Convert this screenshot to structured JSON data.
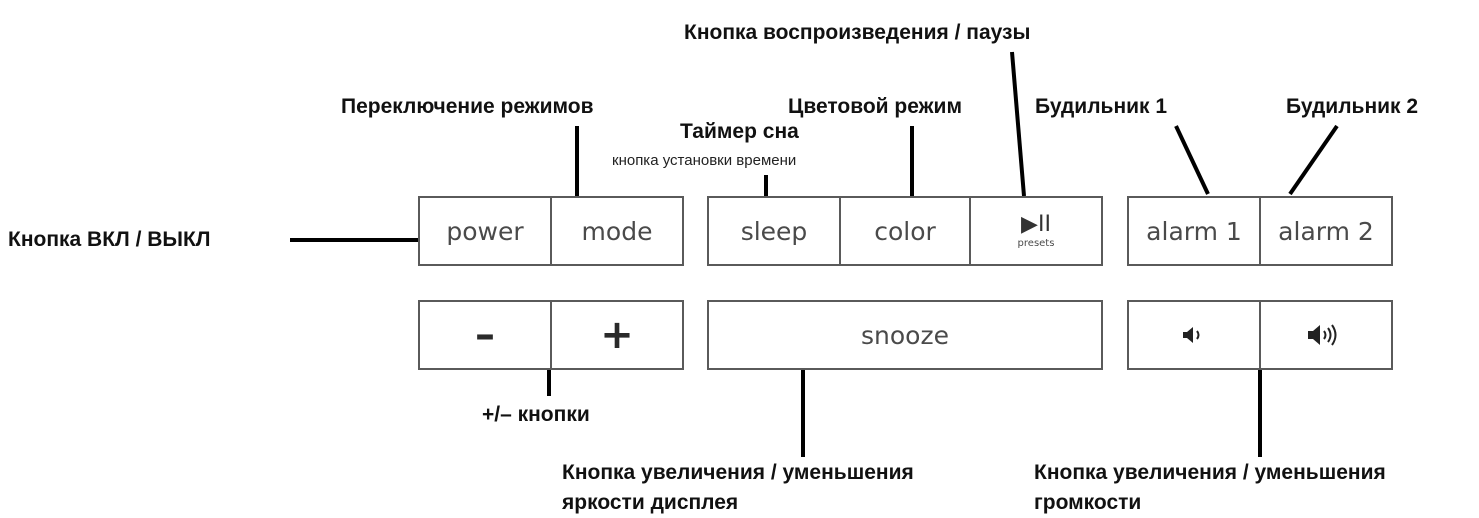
{
  "labels": {
    "power_onoff": "Кнопка ВКЛ / ВЫКЛ",
    "mode_switch": "Переключение режимов",
    "sleep_timer": "Таймер сна",
    "time_set": "кнопка установки времени",
    "color_mode": "Цветовой режим",
    "play_pause": "Кнопка воспроизведения / паузы",
    "alarm1": "Будильник 1",
    "alarm2": "Будильник 2",
    "plus_minus": "+/– кнопки",
    "brightness_line1": "Кнопка увеличения / уменьшения",
    "brightness_line2": "яркости дисплея",
    "volume_line1": "Кнопка увеличения / уменьшения",
    "volume_line2": "громкости"
  },
  "buttons": {
    "power": "power",
    "mode": "mode",
    "sleep": "sleep",
    "color": "color",
    "play_icon": "▶II",
    "presets": "presets",
    "alarm1": "alarm 1",
    "alarm2": "alarm 2",
    "minus": "–",
    "plus": "+",
    "snooze": "snooze",
    "vol_down_icon": "speaker-low-icon",
    "vol_up_icon": "speaker-high-icon"
  }
}
